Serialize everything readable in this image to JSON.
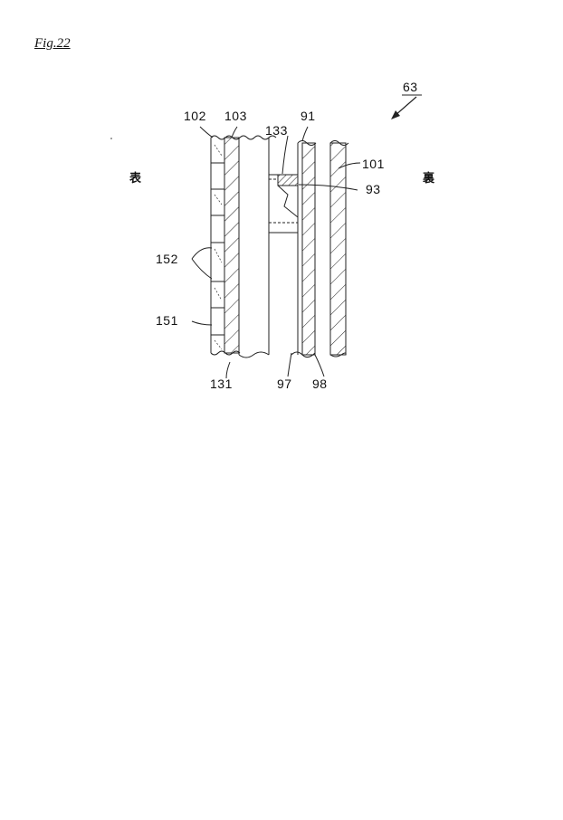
{
  "figure": {
    "label": "Fig.22"
  },
  "labels": {
    "l63": "63",
    "l102": "102",
    "l103": "103",
    "l133": "133",
    "l91": "91",
    "l101": "101",
    "l93": "93",
    "l152": "152",
    "l151": "151",
    "l131": "131",
    "l97": "97",
    "l98": "98"
  },
  "sides": {
    "front": "表",
    "back": "裏"
  }
}
